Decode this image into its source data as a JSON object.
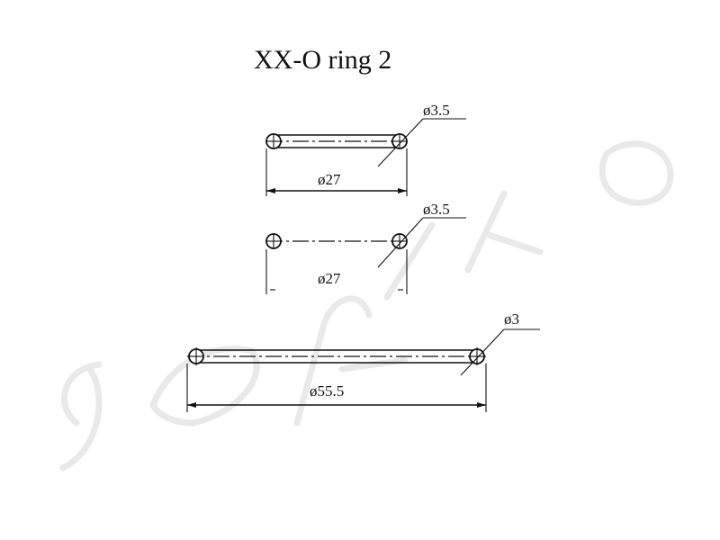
{
  "title": "XX-O ring 2",
  "watermark_color": "#e6e6e6",
  "line_color": "#111111",
  "rings": [
    {
      "inner_diameter_label": "ø27",
      "section_label": "ø3.5"
    },
    {
      "inner_diameter_label": "ø27",
      "section_label": "ø3.5"
    },
    {
      "inner_diameter_label": "ø55.5",
      "section_label": "ø3"
    }
  ]
}
